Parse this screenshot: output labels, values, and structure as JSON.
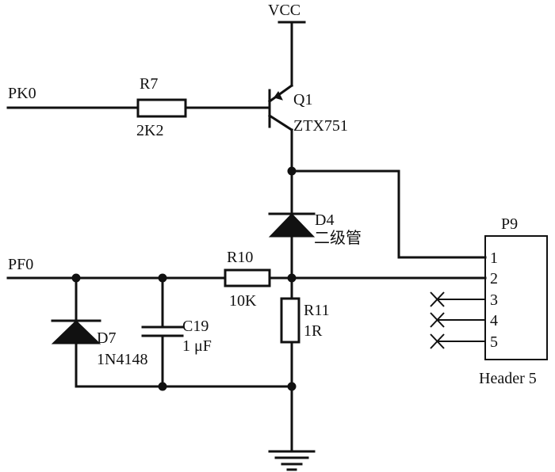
{
  "labels": {
    "vcc": "VCC",
    "pk0": "PK0",
    "pf0": "PF0",
    "r7_ref": "R7",
    "r7_val": "2K2",
    "q1_ref": "Q1",
    "q1_val": "ZTX751",
    "d4_ref": "D4",
    "d4_val": "二级管",
    "r10_ref": "R10",
    "r10_val": "10K",
    "r11_ref": "R11",
    "r11_val": "1R",
    "c19_ref": "C19",
    "c19_val": "1 μF",
    "d7_ref": "D7",
    "d7_val": "1N4148",
    "p9_ref": "P9",
    "p9_val": "Header 5",
    "pins": [
      "1",
      "2",
      "3",
      "4",
      "5"
    ]
  }
}
